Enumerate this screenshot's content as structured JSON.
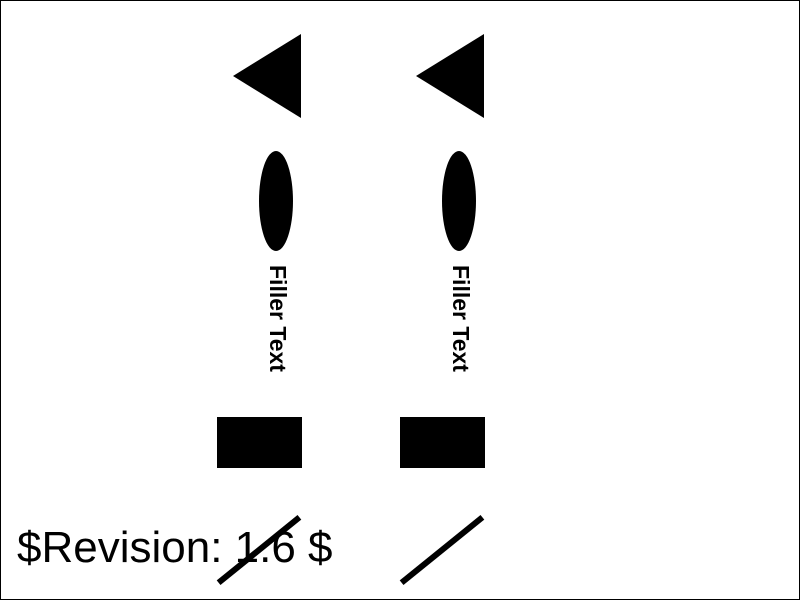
{
  "columns": [
    {
      "label": "Filler Text"
    },
    {
      "label": "Filler Text"
    }
  ],
  "footer": {
    "revision": "$Revision: 1.6 $"
  },
  "colors": {
    "ink": "#000000",
    "background": "#ffffff"
  },
  "icons": [
    "left-triangle",
    "ellipse",
    "rectangle",
    "diagonal-line"
  ]
}
